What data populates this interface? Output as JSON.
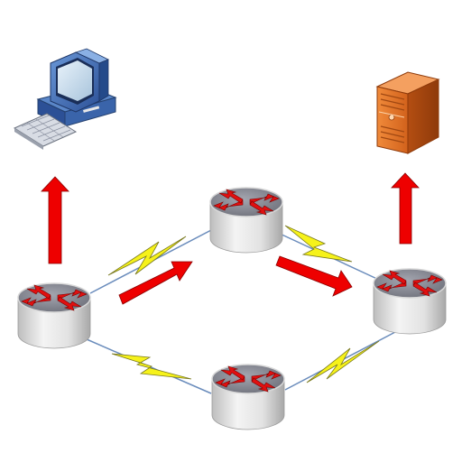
{
  "diagram": {
    "nodes": [
      {
        "id": "client",
        "kind": "desktop-computer"
      },
      {
        "id": "server",
        "kind": "tower-server"
      },
      {
        "id": "router-left",
        "kind": "router"
      },
      {
        "id": "router-top",
        "kind": "router"
      },
      {
        "id": "router-right",
        "kind": "router"
      },
      {
        "id": "router-bottom",
        "kind": "router"
      }
    ],
    "links": [
      {
        "from": "router-left",
        "to": "router-top",
        "style": "serial-lightning"
      },
      {
        "from": "router-top",
        "to": "router-right",
        "style": "serial-lightning"
      },
      {
        "from": "router-left",
        "to": "router-bottom",
        "style": "serial-lightning"
      },
      {
        "from": "router-bottom",
        "to": "router-right",
        "style": "serial-lightning"
      }
    ],
    "flow": [
      "router-left",
      "client",
      "router-top",
      "router-right",
      "server"
    ],
    "colors": {
      "router_body": "#e4e4e4",
      "router_top": "#8c8c96",
      "router_arrow": "#e01010",
      "flow_arrow": "#ee0000",
      "lightning": "#f6f21a",
      "link_line": "#6a8cbc",
      "server_body": "#e8782a",
      "computer_body": "#4a74b8"
    }
  }
}
